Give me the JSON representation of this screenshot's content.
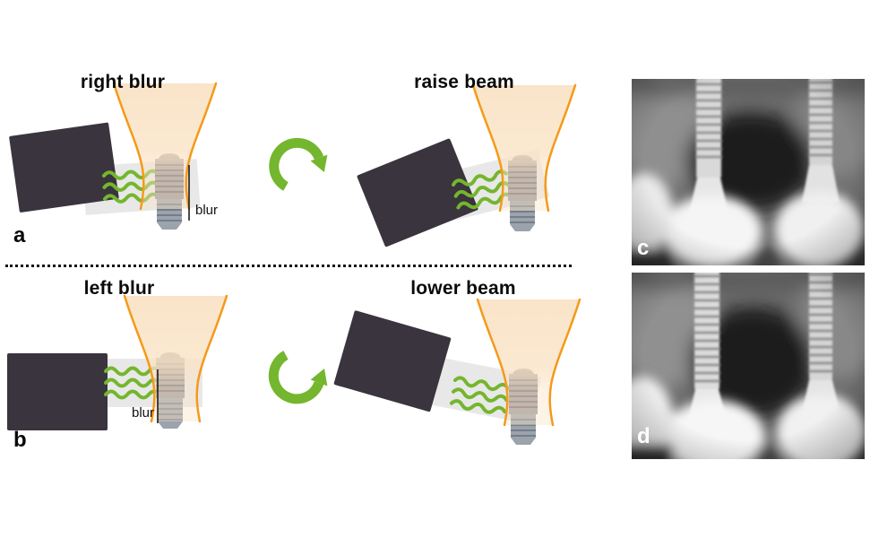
{
  "figure": {
    "top_left": {
      "title": "right blur",
      "annotation": "blur",
      "label": "a"
    },
    "top_right": {
      "title": "raise beam"
    },
    "bottom_left": {
      "title": "left blur",
      "annotation": "blur",
      "label": "b"
    },
    "bottom_right": {
      "title": "lower beam"
    },
    "radiograph_top": {
      "label": "c"
    },
    "radiograph_bottom": {
      "label": "d"
    },
    "icons": {
      "rotate_top": "rotate-clockwise-arrow",
      "rotate_bottom": "rotate-counterclockwise-arrow"
    },
    "colors": {
      "arrow_green": "#74b62d",
      "wave_green": "#74b62d",
      "beam_outline_orange": "#f49a1a",
      "beam_fill_peach": "#fae3c6",
      "sensor_dark": "#3a343e",
      "film_gray": "#d9d9d9"
    }
  }
}
